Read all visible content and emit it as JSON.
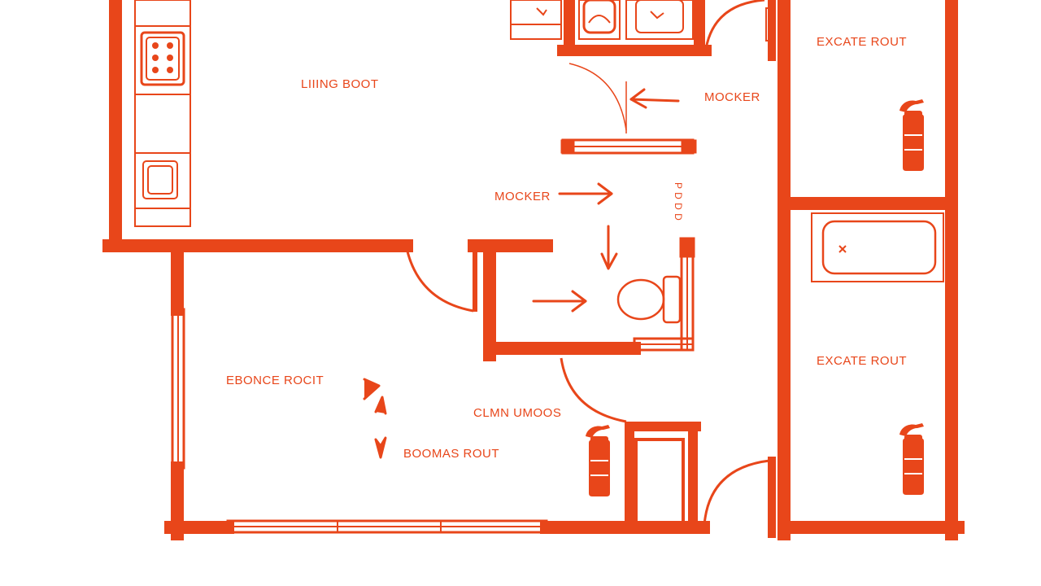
{
  "colors": {
    "line": "#e8461a",
    "background": "#ffffff"
  },
  "labels": {
    "living_room": "LIIING  BOOT",
    "mocker_top": "MOCKER",
    "mocker_mid": "MOCKER",
    "escape_route_top": "EXCATE  ROUT",
    "escape_route_mid": "EXCATE  ROUT",
    "bedroom_route": "EBONCE  ROCIT",
    "cleaning_room": "CLMN  UMOOS",
    "rooms_route": "BOOMAS  ROUT",
    "side_tag": "P D D D"
  },
  "icons": [
    "stove-icon",
    "sink-icon",
    "toilet-icon",
    "bathtub-icon",
    "fire-extinguisher-icon",
    "arrow-icon",
    "door-swing-icon",
    "window-icon"
  ]
}
